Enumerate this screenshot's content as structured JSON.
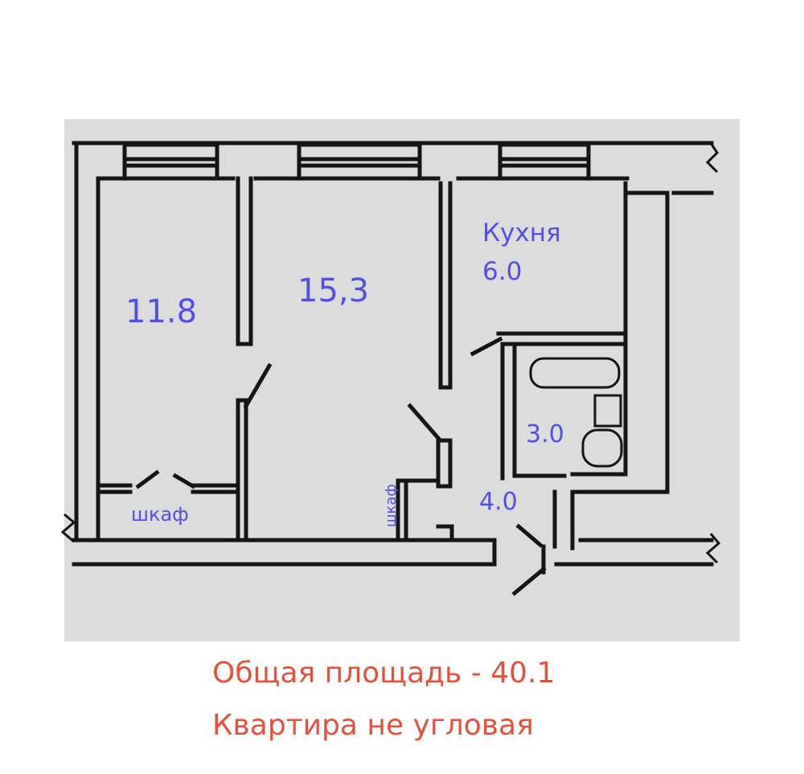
{
  "rooms": {
    "room_left_area": "11.8",
    "room_middle_area": "15,3",
    "kitchen_name": "Кухня",
    "kitchen_area": "6.0",
    "bathroom_area": "3.0",
    "hallway_area": "4.0",
    "closet_left": "шкаф",
    "closet_middle": "шкаф"
  },
  "summary": {
    "total_area": "Общая площадь - 40.1",
    "corner_status": "Квартира не угловая"
  },
  "colors": {
    "room_labels": "#5050e8",
    "summary_text": "#e8503c",
    "walls": "#151515",
    "paper": "#dcdcdc"
  }
}
